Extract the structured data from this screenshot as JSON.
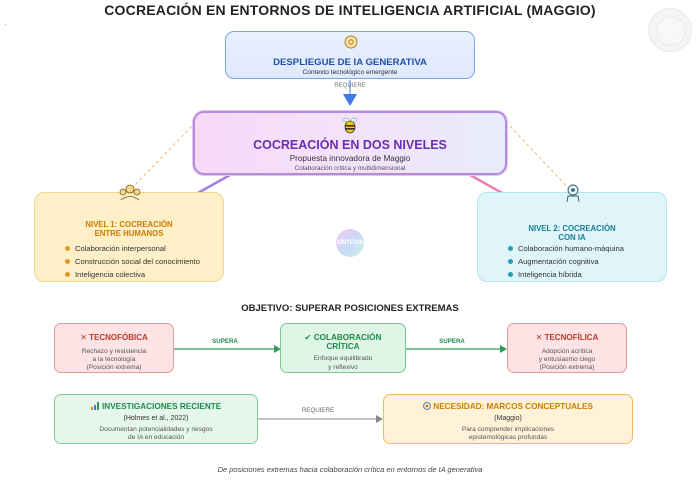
{
  "title": "COCREACIÓN EN ENTORNOS DE INTELIGENCIA ARTIFICIAL (MAGGIO)",
  "top_box": {
    "title": "DESPLIEGUE DE IA GENERATIVA",
    "subtitle": "Contexto tecnológico emergente"
  },
  "connector_requiere": "REQUIERE",
  "center_box": {
    "title": "COCREACIÓN EN DOS NIVELES",
    "subtitle": "Propuesta innovadora de Maggio",
    "detail": "Colaboración crítica y multidimensional"
  },
  "level1": {
    "title_line1": "NIVEL 1: COCREACIÓN",
    "title_line2": "ENTRE HUMANOS",
    "items": [
      "Colaboración interpersonal",
      "Construcción social del conocimiento",
      "Inteligencia colectiva"
    ]
  },
  "level2": {
    "title_line1": "NIVEL 2: COCREACIÓN",
    "title_line2": "CON IA",
    "items": [
      "Colaboración humano-máquina",
      "Augmentación cognitiva",
      "Inteligencia híbrida"
    ]
  },
  "synthesis": "SÍNTESIS",
  "objective": "OBJETIVO: SUPERAR POSICIONES EXTREMAS",
  "tecnofobica": {
    "title": "TECNOFÓBICA",
    "lines": [
      "Rechazo y resistencia",
      "a la tecnología",
      "(Posición extrema)"
    ]
  },
  "colaboracion": {
    "title_line1": "COLABORACIÓN",
    "title_line2": "CRÍTICA",
    "lines": [
      "Enfoque equilibrado",
      "y reflexivo"
    ]
  },
  "tecnofilica": {
    "title": "TECNOFÍLICA",
    "lines": [
      "Adopción acrítica",
      "y entusiasmo ciego",
      "(Posición extrema)"
    ]
  },
  "supera_label": "SUPERA",
  "investigaciones": {
    "title": "INVESTIGACIONES RECIENTE",
    "citation": "(Holmes et al., 2022)",
    "lines": [
      "Documentan potencialidades y riesgos",
      "de IA en educación"
    ]
  },
  "requiere_label": "REQUIERE",
  "necesidad": {
    "title": "NECESIDAD: MARCOS CONCEPTUALES",
    "citation": "(Maggio)",
    "lines": [
      "Para comprender implicaciones",
      "epistemológicas profundas"
    ]
  },
  "caption": "De posiciones extremas hacia colaboración crítica en entornos de IA generativa",
  "colors": {
    "blue": "#1f4fa8",
    "purple": "#6a2fb0",
    "orange": "#cc7a00",
    "teal": "#1a7f93",
    "red": "#c0392b",
    "green": "#1e8a4a"
  },
  "icons": [
    "brain-gear-icon",
    "bee-icon",
    "people-network-icon",
    "robot-hand-icon",
    "cross-icon",
    "check-icon",
    "chart-icon",
    "target-icon",
    "seal-icon"
  ]
}
